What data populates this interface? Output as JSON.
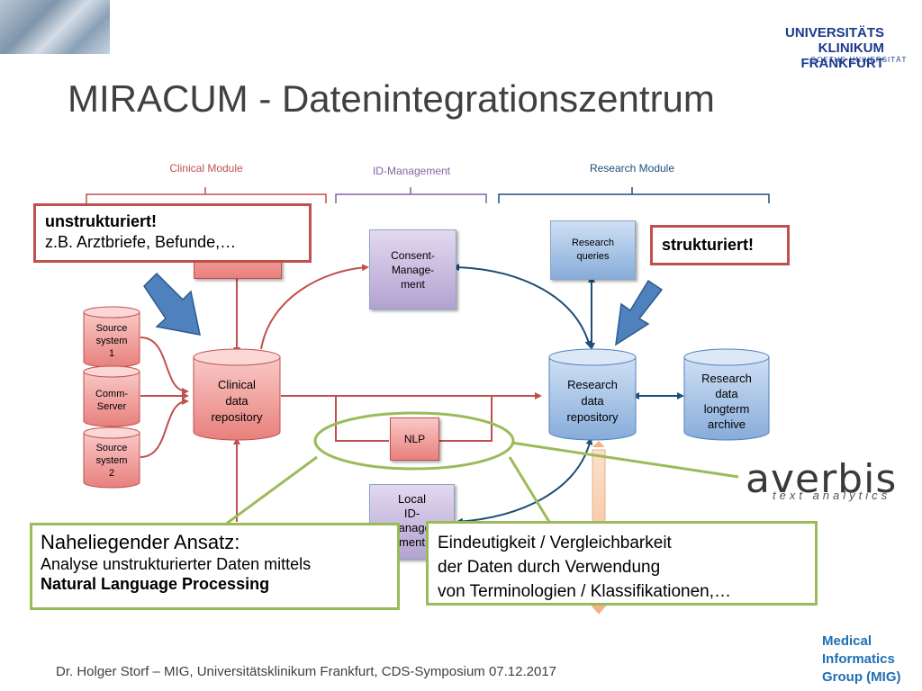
{
  "title": "MIRACUM - Datenintegrationszentrum",
  "logo": {
    "line1": "UNIVERSITÄTS",
    "line2": "KLINIKUM FRANKFURT",
    "sub": "GOETHE-UNIVERSITÄT"
  },
  "sections": {
    "clinical": "Clinical Module",
    "id": "ID-Management",
    "research": "Research Module"
  },
  "nodes": {
    "source1": [
      "Source",
      "system",
      "1"
    ],
    "comm": [
      "Comm-",
      "Server"
    ],
    "source2": [
      "Source",
      "system",
      "2"
    ],
    "clinical_repo": [
      "Clinical",
      "data",
      "repository"
    ],
    "consent": [
      "Consent-",
      "Manage-",
      "ment"
    ],
    "nlp": "NLP",
    "local_id": [
      "Local",
      "ID-",
      "Manage-",
      "ment"
    ],
    "research_queries": [
      "Research",
      "queries"
    ],
    "research_repo": [
      "Research",
      "data",
      "repository"
    ],
    "archive": [
      "Research",
      "data",
      "longterm",
      "archive"
    ]
  },
  "callouts": {
    "unstructured_line1": "unstrukturiert!",
    "unstructured_line2": "z.B. Arztbriefe, Befunde,…",
    "structured": "strukturiert!",
    "approach_head": "Naheliegender Ansatz:",
    "approach_line2": "Analyse unstrukturierter Daten mittels",
    "approach_line3": "Natural Language Processing",
    "unique_line1": "Eindeutigkeit / Vergleichbarkeit",
    "unique_line2": "der Daten durch Verwendung",
    "unique_line3": "von Terminologien / Klassifikationen,…"
  },
  "averbis": {
    "name": "averbis",
    "tagline": "text analytics"
  },
  "footer": "Dr. Holger Storf – MIG, Universitätsklinikum Frankfurt, CDS-Symposium 07.12.2017",
  "mig": {
    "line1": "Medical",
    "line2": "Informatics",
    "line3": "Group (MIG)"
  },
  "colors": {
    "clinical": "#c0504d",
    "id": "#8064a2",
    "research": "#1f4e79",
    "green": "#9bbb59",
    "arrow_blue": "#4f81bd"
  }
}
